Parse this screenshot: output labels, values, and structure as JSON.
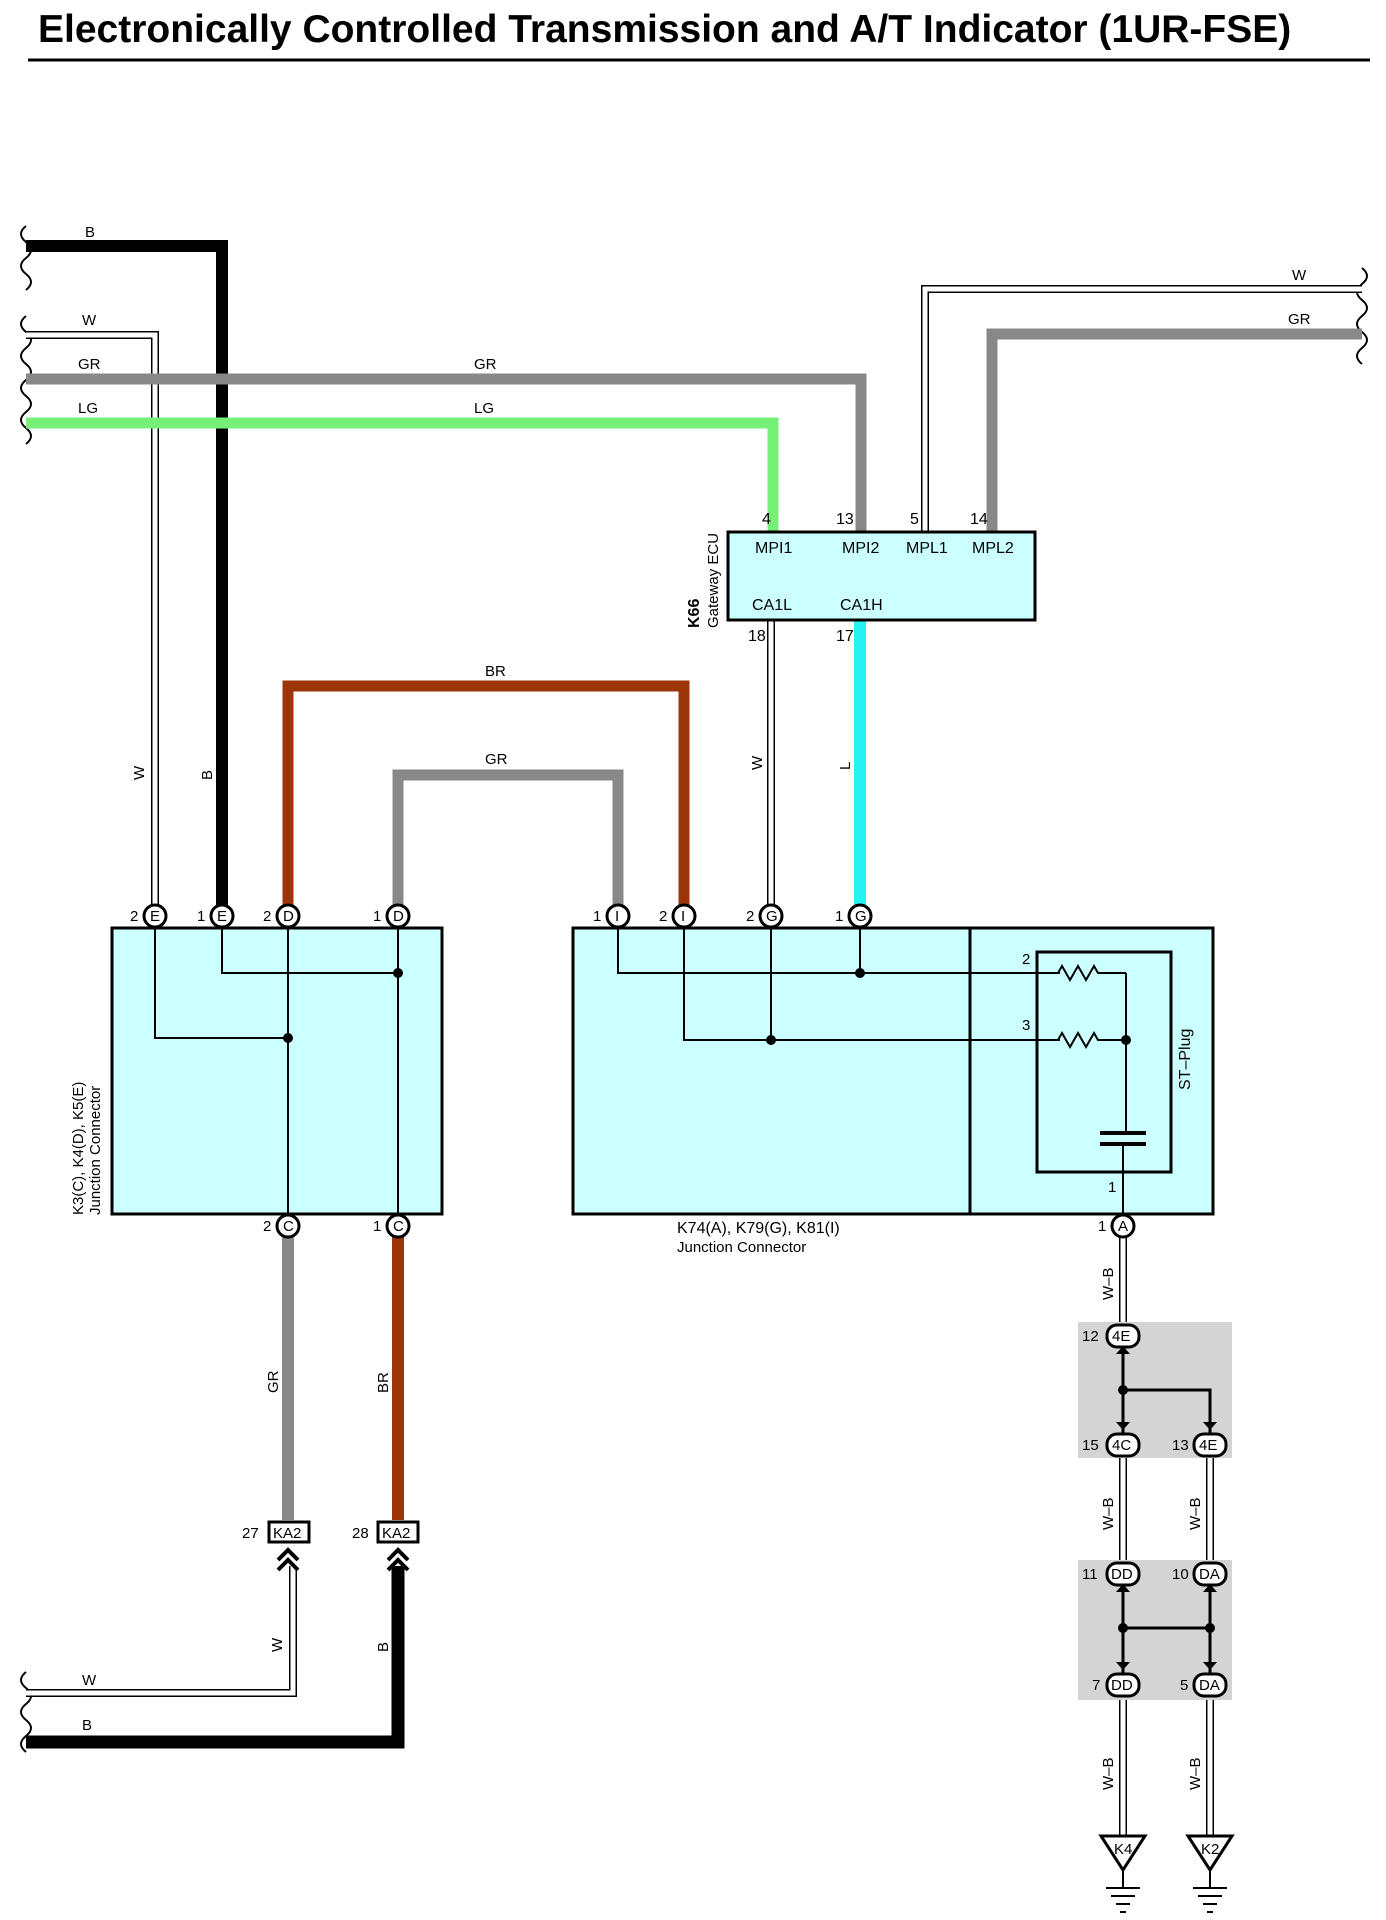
{
  "title": "Electronically Controlled Transmission and A/T Indicator (1UR-FSE)",
  "colors": {
    "B": "#000000",
    "W": "#ffffff",
    "GR": "#888888",
    "LG": "#77f077",
    "BR": "#9c3608",
    "L": "#25f2f2",
    "connector_fill": "#ccffff",
    "splice_fill": "#d4d4d4"
  },
  "wires": {
    "b_top": "B",
    "w_left": "W",
    "gr_left": "GR",
    "lg_left": "LG",
    "gr_mid": "GR",
    "lg_mid": "LG",
    "w_right": "W",
    "gr_right": "GR",
    "w_vert": "W",
    "b_vert": "B",
    "br_top": "BR",
    "gr_loop": "GR",
    "w_k66": "W",
    "l_k66": "L",
    "gr_low": "GR",
    "br_low": "BR",
    "w_bottom_vert": "W",
    "b_bottom_vert": "B",
    "w_bottom": "W",
    "b_bottom": "B",
    "wb1": "W–B",
    "wb2": "W–B",
    "wb3": "W–B",
    "wb4": "W–B",
    "wb5": "W–B"
  },
  "ecu": {
    "code": "K66",
    "name": "Gateway ECU",
    "pins": [
      {
        "num": "4",
        "label": "MPI1"
      },
      {
        "num": "13",
        "label": "MPI2"
      },
      {
        "num": "5",
        "label": "MPL1"
      },
      {
        "num": "14",
        "label": "MPL2"
      },
      {
        "num": "18",
        "label": "CA1L"
      },
      {
        "num": "17",
        "label": "CA1H"
      }
    ]
  },
  "jc_left": {
    "codes": "K3(C), K4(D), K5(E)",
    "name": "Junction Connector",
    "top_pins": [
      {
        "num": "2",
        "letter": "E"
      },
      {
        "num": "1",
        "letter": "E"
      },
      {
        "num": "2",
        "letter": "D"
      },
      {
        "num": "1",
        "letter": "D"
      }
    ],
    "bottom_pins": [
      {
        "num": "2",
        "letter": "C"
      },
      {
        "num": "1",
        "letter": "C"
      }
    ]
  },
  "jc_right": {
    "codes": "K74(A), K79(G), K81(I)",
    "name": "Junction Connector",
    "top_pins": [
      {
        "num": "1",
        "letter": "I"
      },
      {
        "num": "2",
        "letter": "I"
      },
      {
        "num": "2",
        "letter": "G"
      },
      {
        "num": "1",
        "letter": "G"
      }
    ],
    "bottom_pin": {
      "num": "1",
      "letter": "A"
    },
    "st_plug": {
      "label": "ST–Plug",
      "pins": [
        "2",
        "3",
        "1"
      ]
    }
  },
  "ka2": [
    {
      "num": "27",
      "code": "KA2"
    },
    {
      "num": "28",
      "code": "KA2"
    }
  ],
  "splices": [
    {
      "num": "12",
      "code": "4E"
    },
    {
      "num": "15",
      "code": "4C"
    },
    {
      "num": "13",
      "code": "4E"
    },
    {
      "num": "11",
      "code": "DD"
    },
    {
      "num": "10",
      "code": "DA"
    },
    {
      "num": "7",
      "code": "DD"
    },
    {
      "num": "5",
      "code": "DA"
    }
  ],
  "grounds": [
    "K4",
    "K2"
  ]
}
